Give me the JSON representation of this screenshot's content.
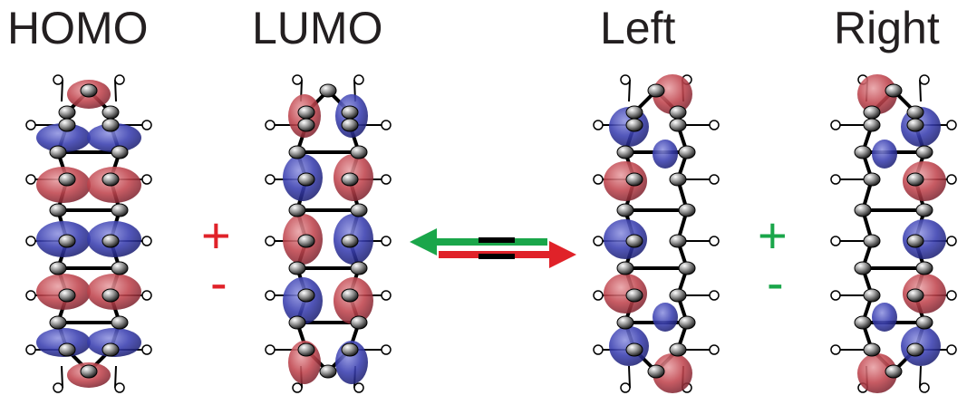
{
  "titles": {
    "homo": "HOMO",
    "lumo": "LUMO",
    "left": "Left",
    "right": "Right"
  },
  "signs": {
    "plus": "+",
    "minus": "-"
  },
  "colors": {
    "text": "#231f20",
    "lobe_red": "#c0454e",
    "lobe_blue": "#3a3fb0",
    "arrow_green": "#1aa64a",
    "arrow_red": "#e02229",
    "sign_red": "#e02229",
    "sign_green": "#1aa64a",
    "bond": "#000000"
  },
  "molecules": [
    {
      "id": "homo",
      "pattern": "homo"
    },
    {
      "id": "lumo",
      "pattern": "lumo"
    },
    {
      "id": "left",
      "pattern": "left"
    },
    {
      "id": "right",
      "pattern": "right"
    }
  ]
}
